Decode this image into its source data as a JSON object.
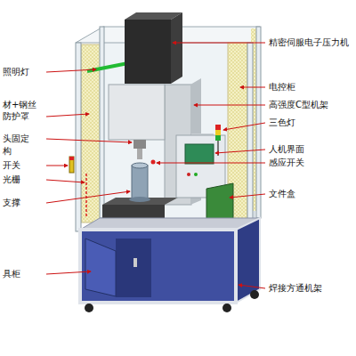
{
  "diagram": {
    "labels": [
      "精密伺服电子压力机",
      "照明灯",
      "电控柜",
      "材+钢丝",
      "高强度C型机架",
      "防护罩",
      "三色灯",
      "头固定",
      "人机界面",
      "构",
      "感应开关",
      "开关",
      "光栅",
      "文件盒",
      "支撑",
      "具柜",
      "焊接方通机架"
    ]
  }
}
